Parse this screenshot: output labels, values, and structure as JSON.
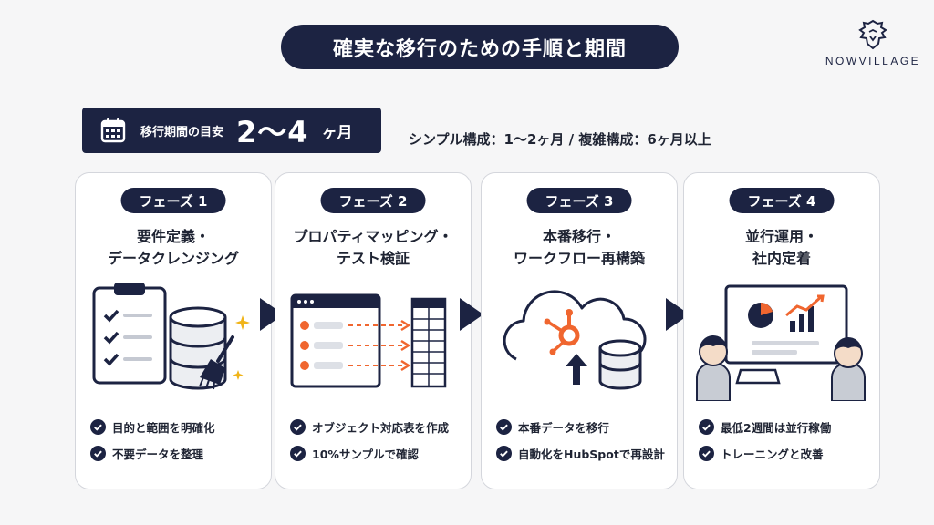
{
  "title": "確実な移行のための手順と期間",
  "logo": {
    "text": "NOWVILLAGE",
    "icon": "lion-head-icon"
  },
  "period": {
    "label": "移行期間の目安",
    "value": "2〜4",
    "unit": "ヶ月",
    "note": "シンプル構成：1〜2ヶ月 / 複雑構成：6ヶ月以上",
    "icon": "calendar-icon"
  },
  "colors": {
    "navy": "#1c2342",
    "accent_orange": "#f0662f",
    "gold": "#f0b419"
  },
  "phases": [
    {
      "label": "フェーズ 1",
      "title_lines": [
        "要件定義・",
        "データクレンジング"
      ],
      "checks": [
        "目的と範囲を明確化",
        "不要データを整理"
      ],
      "icon": "clipboard-database-broom-icon"
    },
    {
      "label": "フェーズ 2",
      "title_lines": [
        "プロパティマッピング・",
        "テスト検証"
      ],
      "checks": [
        "オブジェクト対応表を作成",
        "10%サンプルで確認"
      ],
      "icon": "field-mapping-icon"
    },
    {
      "label": "フェーズ 3",
      "title_lines": [
        "本番移行・",
        "ワークフロー再構築"
      ],
      "checks": [
        "本番データを移行",
        "自動化をHubSpotで再設計"
      ],
      "icon": "cloud-hubspot-upload-icon"
    },
    {
      "label": "フェーズ 4",
      "title_lines": [
        "並行運用・",
        "社内定着"
      ],
      "checks": [
        "最低2週間は並行稼働",
        "トレーニングと改善"
      ],
      "icon": "team-dashboard-icon"
    }
  ]
}
